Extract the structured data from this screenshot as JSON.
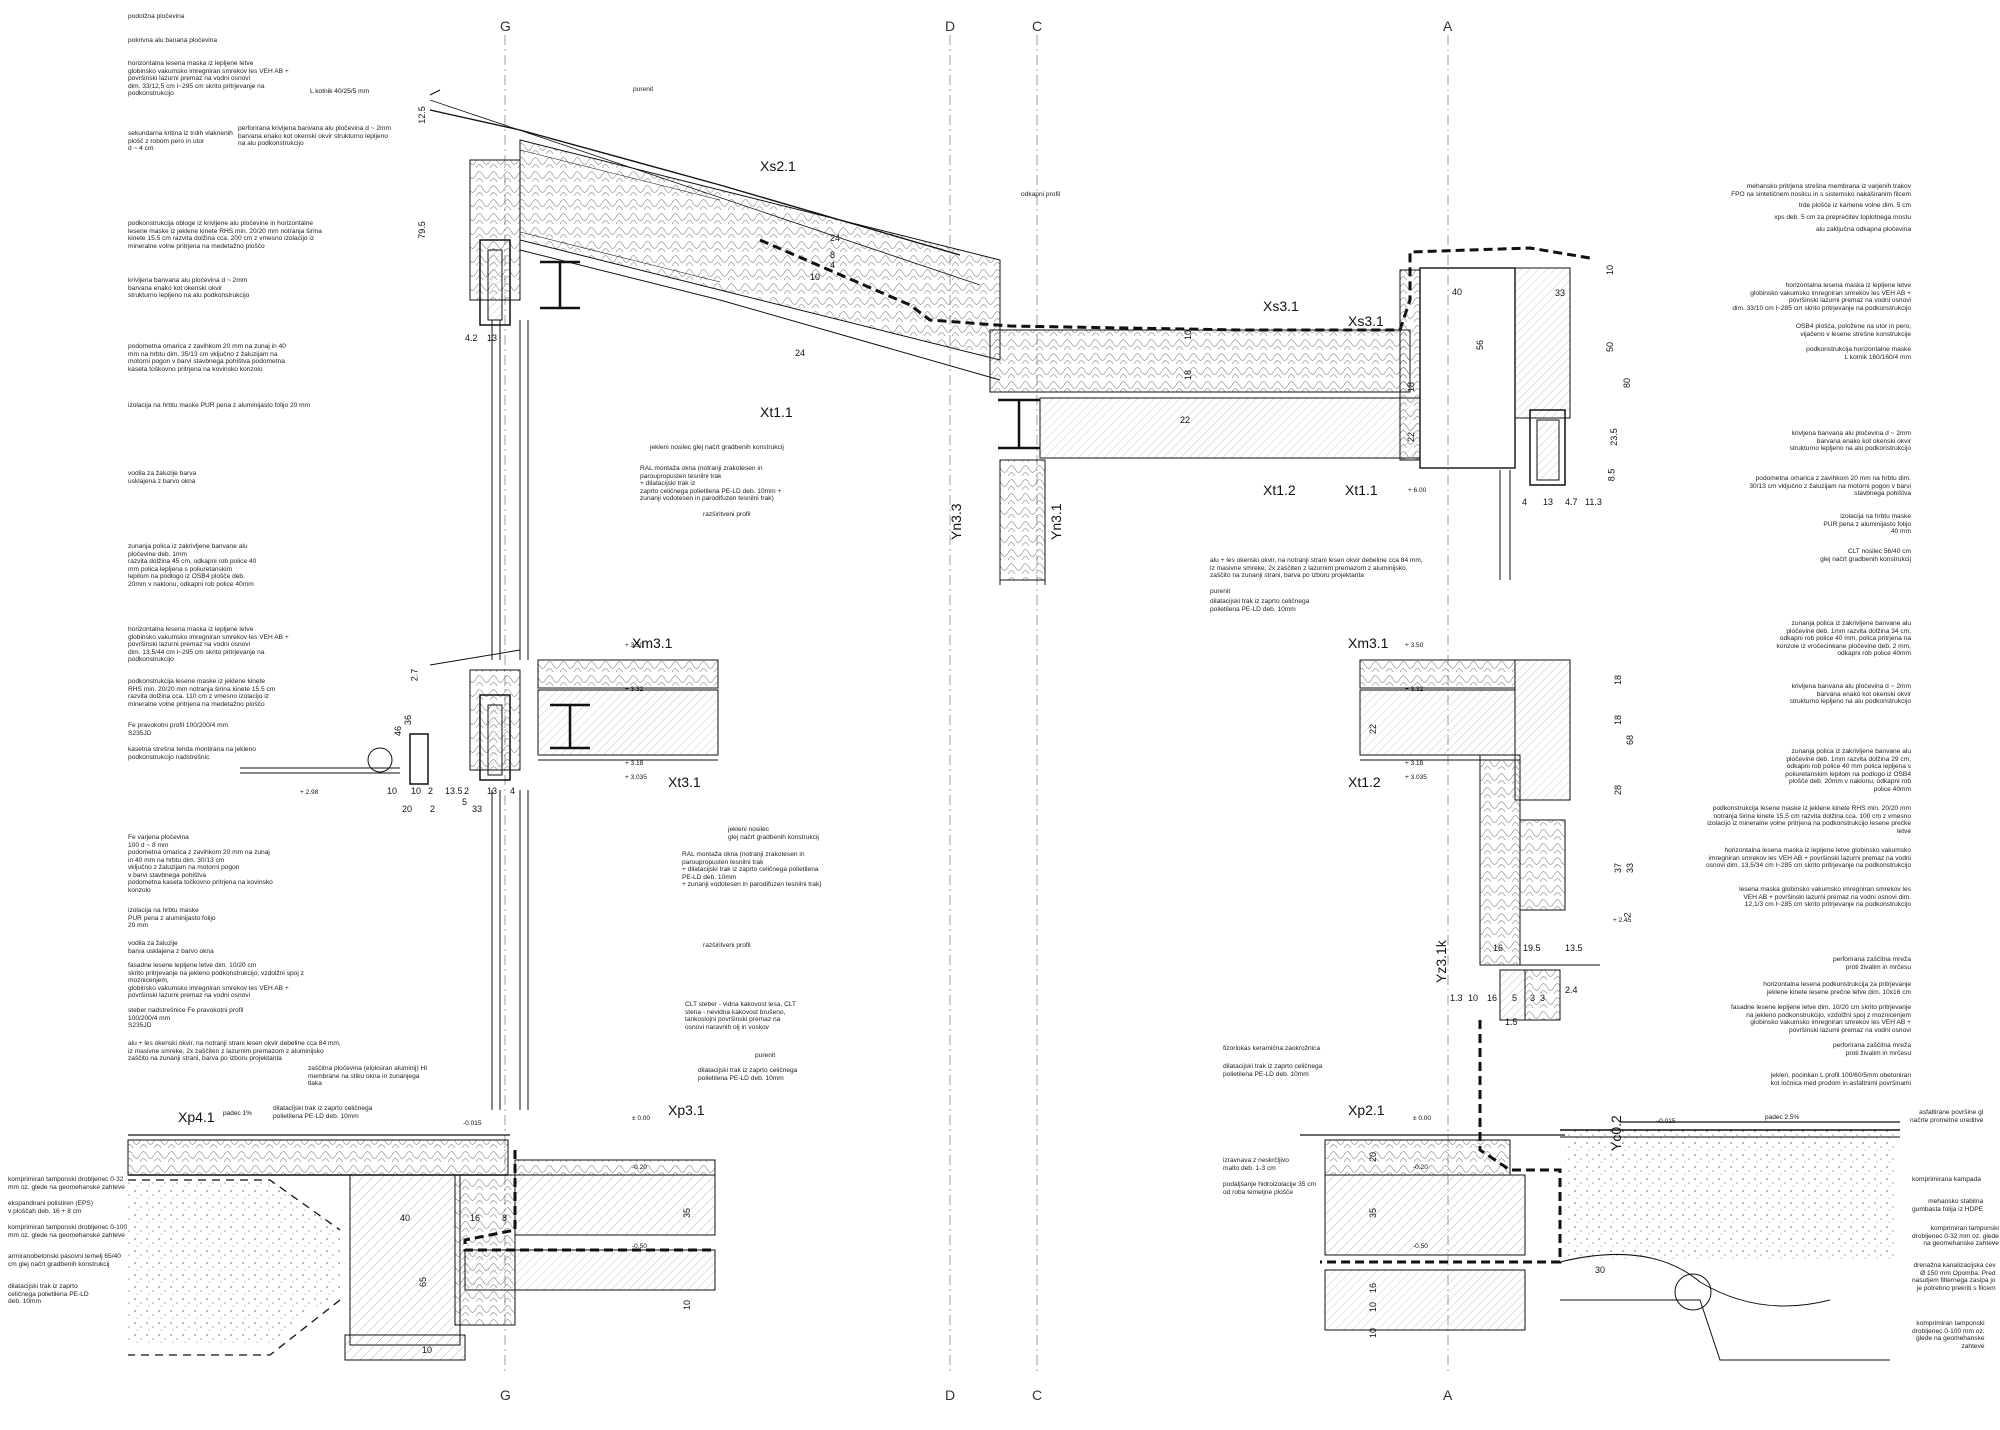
{
  "axes": {
    "top": [
      "G",
      "D",
      "C",
      "A"
    ],
    "bottom": [
      "G",
      "D",
      "C",
      "A"
    ]
  },
  "left_notes": [
    "podolžna pločevina",
    "pokrivna alu banana pločevina",
    "horizontalna lesena maska iz lepljene letve\nglobinsko vakumsko imregniran smrekov les VEH AB +\npovršinski lazurni premaz na vodni osnovi\ndim. 33/12,5 cm l~295 cm skrito pritrjevanje na\npodkonstrukcijo",
    "sekundarna kritina iz trdih vlaknenih\nplošč z robom pero in utor\nd ~ 4 cm",
    "perforirana krivljena banvana alu pločevina d ~ 2mm\nbarvana enako kot okenski okvir strukturno lepljeno\nna alu podkonstrukcijo",
    "podkonstrukcija obloge iz krivljene alu pločevine in horizontalne\nlesene maske iz jeklene kinete RHS min. 20/20 mm notranja širina\nkinete 15.5 cm razvita dolžina cca. 200 cm z vmesno izolacijo iz\nmineralne volne pritrjena na medetažno ploščo",
    "krivljena banvana alu pločevina d ~ 2mm\nbarvana enako kot okenski okvir\nstrukturno lepljeno na alu podkonstrukcijo",
    "podometna omarica z zavihkom 20 mm na zunaj in 40\nmm na hrbtu dim. 35/13 cm vključno z žaluzijam na\nmotorni pogon v barvi stavbnega pohištva podometna\nkaseta toškovno pritrjena na kovinsko konzolo",
    "izolacija na hrbtu maske PUR pena z aluminijasto folijo 20 mm",
    "vodila za žaluzije barva\nusklajena z barvo okna",
    "zunanja polica iz zakrivljene banvane alu\npločevine deb. 1mm\nrazvita dolžina 45 cm, odkapni rob police 40\nmm polica lepljena s poliuretanskim\nlepilom na podlogo iz OSB4 plošče deb.\n20mm v naklonu, odkapni rob police 40mm",
    "horizontalna lesena maska iz lepljene letve\nglobinsko vakumsko imregniran smrekov les VEH AB +\npovršinski lazurni premaz na vodni osnovi\ndim. 13,5/44 cm l~295 cm skrito pritrjevanje na\npodkonstrukcijo",
    "podkonstrukcija lesene maske iz jeklene kinete\nRHS min. 20/20 mm notranja širina kinete 15.5 cm\nrazvita dolžina cca. 110 cm z vmesno izolacijo iz\nmineralne volne pritrjena na medetažno ploščo",
    "Fe pravokotni profil 100/200/4 mm\nS235JD",
    "kasetna strešna tenda montirana na jekleno\npodkonstrukcijo nadstrešnic",
    "Fe varjena pločevina\n100 d ~ 8 mm",
    "podometna omarica z zavihkom 20 mm na zunaj\nin 40 mm na hrbtu dim. 30/13 cm\nvključno z žaluzijam na motorni pogon\nv barvi stavbnega pohištva\npodometna kaseta točkovno pritrjena na kovinsko\nkonzolo",
    "izolacija na hrbtu maske\nPUR pena z aluminijasto folijo\n20 mm",
    "vodila za žaluzije\nbarva usklajena z barvo okna",
    "fasadne lesene lepljene letve dim. 10/20 cm\nskrito pritrjevanje na jekleno podkonstrukcijo, vzdolžni spoj z\nmoznicenjem,\nglobinsko vakumsko imregniran smrekov les VEH AB +\npovršinski lazurni premaz na vodni osnovi",
    "steber nadstrešnice Fe pravokotni profil\n100/200/4 mm\nS235JD",
    "alu + les okenski okvir, na notranji strani lesen okvir debeline cca 84 mm,\niz masivne smreke, 2x zaščiten z lazurnim premazom z aluminijsko\nzaščito na zunanji strani, barva po izboru projektanta",
    "zaščitna pločevina (eloksiran aluminij) HI\nmembrane na stiku okna in zunanjega\ntlaka",
    "dilatacijski trak iz zaprto celičnega\npolietilena PE-LD deb. 10mm",
    "komprimiran tamponski drobljenec 0-32\nmm oz. glede na geomehanske zahteve",
    "ekspandirani polistiren (EPS)\nv ploščah deb. 16 + 8 cm",
    "komprimiran tamponski drobljenec 0-100\nmm oz. glede na geomehanske zahteve",
    "armiranobetonski pasovni temelj 65/40\ncm glej načrt gradbenih konstrukcij",
    "dilatacijski trak iz zaprto\nceličnega polietilena PE-LD\ndeb. 10mm"
  ],
  "center_notes": [
    "purenit",
    "odkapni profil",
    "jekleni nosilec glej načrt gradbenih konstrukcij",
    "RAL montaža okna (notranji zrakotesen in\nparoupropusten tesnilni trak\n+ dilatacijski trak iz\nzaprto celičnega polietilena PE-LD deb. 10mm +\nzunanji vodotesen in parodifuzen tesnilni trak)",
    "razširitveni profil",
    "jekleni nosilec\nglej načrt gradbenih konstrukcij",
    "RAL montaža okna (notranji zrakotesen in\nparoupropusten tesnilni trak\n+ dilatacijski trak iz zaprto celičnega polietilena\nPE-LD deb. 10mm\n+ zunanji vodotesen in parodifuzen tesnilni trak)",
    "razširitveni profil",
    "CLT steber - vidna kakovost lesa, CLT\nstena - nevidna kakovost brušeno,\ntankoslojni površinski premaz na\nosnovi naravnih olj in voskov",
    "purenit",
    "dilatacijski trak iz zaprto celičnega\npolietilena PE-LD deb. 10mm",
    "alu + les okenski okvir, na notranji strani lesen okvir debeline cca 84 mm,\niz masivne smreke, 2x zaščiten z lazurnim premazom z aluminijsko\nzaščito na zunanji strani, barva po izboru projektanta",
    "purenit",
    "dilatacijski trak iz zaprto celičnega\npolietilena PE-LD deb. 10mm",
    "fizorlokas keramična zaokrožnica",
    "dilatacijski trak iz zaprto celičnega\npolietilena PE-LD deb. 10mm",
    "izravnava z neskrčljivo\nmalto deb. 1-3 cm",
    "podaljšanje hidroizolacije 35 cm\nod roba temeljne plošče"
  ],
  "right_notes": [
    "mehansko pritrjena strešna membrana iz varjenih trakov\nFPO na sintetičnem nosilcu in s sistemsko nakaširanim filcem",
    "trde plošče iz kamene volne dim. 5 cm",
    "xps deb. 5 cm za preprečitev toplotnega mostu",
    "alu zaključna odkapna pločevina",
    "horizontalna lesena maska iz lepljene letve\nglobinsko vakumsko imregniran smrekov les VEH AB +\npovršinski lazurni premaz na vodni osnovi\ndim. 33/10 cm l~285 cm skrito pritrjevanje na podkonstrukcijo",
    "OSB4 plošča, položene na utor in pero,\nvijačeno v lesene strešne konstrukcije",
    "podkonstrukcija horizontalne maske\nL kotnik 160/160/4 mm",
    "krivljena banvana alu pločevina d ~ 2mm\nbarvana enako kot okenski okvir\nstrukturno lepljeno na alu podkonstrukcijo",
    "podometna omarica z zavihkom 20 mm na hrbtu dim.\n30/13 cm vključno z žaluzijam na motorni pogon v barvi\nstavbnega pohištva",
    "izolacija na hrbtu maske\nPUR pena z aluminijasto folijo\n40 mm",
    "CLT nosilec 56/40 cm\nglej načrt gradbenih konstrukcij",
    "zunanja polica iz zakrivljene banvane alu\npločevine deb. 1mm razvita dolžina 34 cm,\nodkapni rob police 40 mm, polica pritrjena na\nkonzole iz vročecinkane pločevine deb. 2 mm,\nodkapni rob police 40mm",
    "krivljena banvana alu pločevina d ~ 2mm\nbarvana enako kot okenski okvir\nstrukturno lepljeno na alu podkonstrukcijo",
    "zunanja polica iz zakrivljene banvane alu\npločevine deb. 1mm razvita dolžina 29 cm,\nodkapni rob police 40 mm polica lepljena s\npoliuretanskim lepilom na podlogo iz OSB4\nplošče deb. 20mm v naklonu, odkapni rob\npolice 40mm",
    "podkonstrukcija lesene maske iz jeklene kinete RHS min. 20/20 mm\nnotranja širina kinete 15.5 cm razvita dolžina cca. 100 cm z vmesno\nizolacijo iz mineralne volne pritrjena na podkonstrukcijo lesene prečke\nletve",
    "horizontalna lesena maska iz lepljene letve globinsko vakumsko\nimregniran smrekov les VEH AB + površinski lazurni premaz na vodni\nosnovi dim. 13,5/34 cm l~285 cm skrito pritrjevanje na podkonstrukcijo",
    "lesena maska globinsko vakumsko imregniran smrekov les\nVEH AB + površinski lazurni premaz na vodni osnovi dim.\n12,1/3 cm l~285 cm skrito pritrjevanje na podkonstrukcijo",
    "perforirana zaščitna mreža\nproti živalim in mrčesu",
    "horizontalna lesena podkonstrukcija za pritrjevanje\njeklene kinete lesene prečne letve dim. 10x16 cm",
    "fasadne lesene lepljene letve dim. 10/20 cm skrito pritrjevanje\nna jekleno podkonstrukcijo, vzdolžni spoj z moznicenjem\nglobinsko vakumsko imregniran smrekov les VEH AB +\npovršinski lazurni premaz na vodni osnovi",
    "perforirana zaščitna mreža\nproti živalim in mrčesu",
    "jeklen, pocinkan L profil 100/60/5mm obetoniran\nkot ločnica med prodom in asfaltnimi površinami",
    "asfaltirane površine gl\nnačrte prometne ureditve",
    "komprimirana kampada",
    "mehansko stabilna\ngumbasta folija iz HDPE",
    "komprimiran tamponski\ndrobljenec 0-32 mm oz. glede\nna geomehanske zahteve",
    "drenažna kanalizacijska cev\nØ 150 mm Opomba: Pred\nnasutjem filternega zasipa jo\nje potrebno prekriti s filcem",
    "komprimiran tamponski\ndrobljenec 0-100 mm oz.\nglede na geomehanske\nzahteve"
  ],
  "codes": [
    "Xs2.1",
    "Xs3.1",
    "Xs3.1",
    "Xt1.1",
    "Xt1.2",
    "Xt1.1",
    "Yn3.3",
    "Yn3.1",
    "Xm3.1",
    "Xm3.1",
    "Xt3.1",
    "Xt1.2",
    "Yz3.1k",
    "Xp4.1",
    "Xp3.1",
    "Xp2.1",
    "Yc0.2"
  ],
  "levels": [
    "+ 6.00",
    "+ 3.50",
    "+ 3.32",
    "+ 3.18",
    "+ 3.035",
    "+ 3.50",
    "+ 3.32",
    "+ 3.18",
    "+ 3.035",
    "+ 2.98",
    "+ 2.45",
    "± 0.00",
    "-0.015",
    "-0.20",
    "-0.50",
    "± 0.00",
    "-0.20",
    "-0.50",
    "-0.015",
    "padec 1%",
    "padec 2.5%"
  ],
  "dims": [
    "12.5",
    "79.5",
    "4.2",
    "13",
    "L kotnik 40/25/5 mm",
    "24",
    "10",
    "8",
    "4",
    "24",
    "10",
    "18",
    "22",
    "40",
    "56",
    "33",
    "10",
    "50",
    "80",
    "18",
    "22",
    "23.5",
    "8.5",
    "4",
    "13",
    "4.7",
    "11.3",
    "46",
    "36",
    "10",
    "10",
    "2",
    "13.5",
    "2",
    "13",
    "4",
    "20",
    "2",
    "5",
    "33",
    "2.7",
    "18",
    "22",
    "68",
    "18",
    "28",
    "37",
    "33",
    "2",
    "16",
    "19.5",
    "13.5",
    "1.3",
    "10",
    "16",
    "5",
    "3",
    "3",
    "2.4",
    "1.5",
    "40",
    "16",
    "8",
    "65",
    "10",
    "35",
    "10",
    "20",
    "35",
    "10",
    "10",
    "16",
    "30"
  ],
  "colors": {
    "ink": "#111111",
    "hatch": "#555555",
    "fill": "#ffffff",
    "axisline": "#888888"
  }
}
